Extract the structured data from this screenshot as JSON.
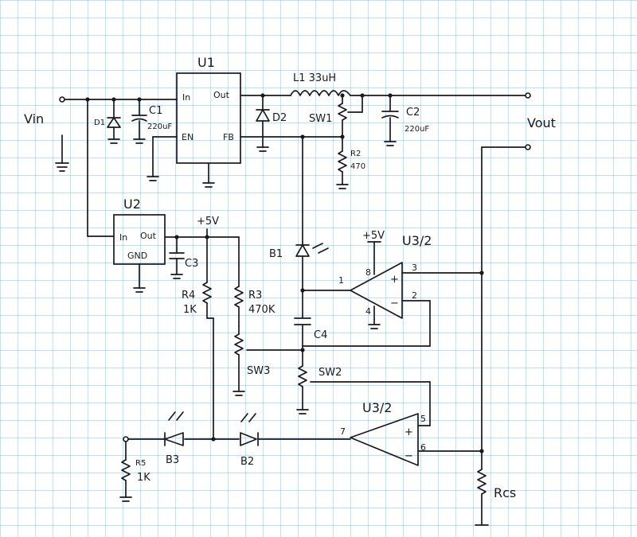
{
  "colors": {
    "ink": "#1a1a1a",
    "grid": "#8fb5e0",
    "paper": "#ffffff"
  },
  "terminals": {
    "vin": "Vin",
    "vout": "Vout",
    "plus5v_a": "+5V",
    "plus5v_b": "+5V"
  },
  "u1": {
    "name": "U1",
    "pin_in": "In",
    "pin_out": "Out",
    "pin_en": "EN",
    "pin_fb": "FB"
  },
  "u2": {
    "name": "U2",
    "pin_in": "In",
    "pin_out": "Out",
    "pin_gnd": "GND"
  },
  "u3a": {
    "name": "U3/2",
    "pin1": "1",
    "pin2": "2",
    "pin3": "3",
    "pin4": "4",
    "pin8": "8",
    "plus": "+",
    "minus": "−"
  },
  "u3b": {
    "name": "U3/2",
    "pin5": "5",
    "pin6": "6",
    "pin7": "7",
    "plus": "+",
    "minus": "−"
  },
  "components": {
    "d1": "D1",
    "c1": "C1",
    "c1_value": "220uF",
    "l1": "L1 33uH",
    "d2": "D2",
    "sw1": "SW1",
    "c2": "C2",
    "c2_value": "220uF",
    "r2": "R2",
    "r2_value": "470",
    "c3": "C3",
    "r4": "R4",
    "r4_value": "1K",
    "r3": "R3",
    "r3_value": "470K",
    "sw3": "SW3",
    "b1": "B1",
    "c4": "C4",
    "sw2": "SW2",
    "r5": "R5",
    "r5_value": "1K",
    "b3": "B3",
    "b2": "B2",
    "rcs": "Rcs"
  }
}
